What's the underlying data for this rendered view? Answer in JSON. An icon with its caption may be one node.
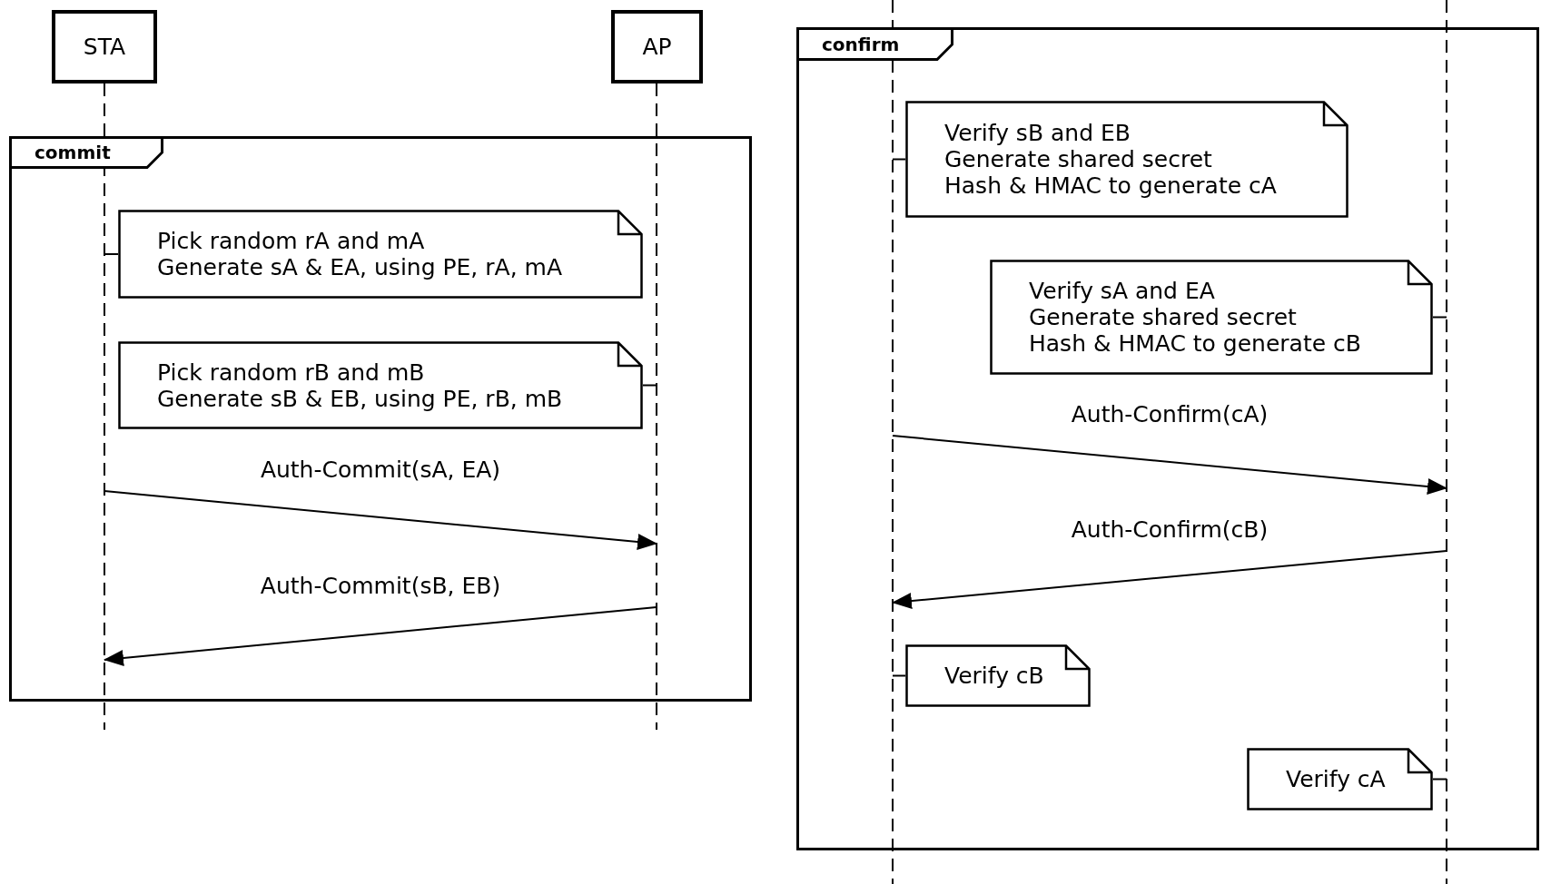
{
  "diagram": {
    "nodes": [
      {
        "text": [
          "STA"
        ]
      },
      {
        "text": [
          "AP"
        ]
      },
      {
        "text": [],
        "shape": "line"
      },
      {
        "text": [],
        "shape": "line"
      },
      {
        "text": [
          "commit"
        ]
      },
      {
        "text": [
          "Pick random rA and mA",
          "Generate sA & EA, using PE, rA, mA"
        ],
        "in": 4
      },
      {
        "text": [
          "Pick random rB and mB",
          "Generate sB & EB, using PE, rB, mB"
        ],
        "in": 4
      },
      {
        "text": [
          "confirm"
        ]
      },
      {
        "text": [],
        "shape": "line"
      },
      {
        "text": [],
        "shape": "line"
      },
      {
        "text": [
          "Verify sB and EB",
          "Generate shared secret",
          "Hash & HMAC to generate cA"
        ],
        "in": 7
      },
      {
        "text": [
          "Verify sA and EA",
          "Generate shared secret",
          "Hash & HMAC to generate cB"
        ],
        "in": 7
      },
      {
        "text": [
          "Verify cB"
        ],
        "in": 7
      },
      {
        "text": [
          "Verify cA"
        ],
        "in": 7
      }
    ],
    "edges": [
      {
        "from": 2,
        "to": 5,
        "arrow": "none"
      },
      {
        "from": 3,
        "to": 6,
        "arrow": "none"
      },
      {
        "from": 2,
        "to": 3,
        "arrow": "to",
        "label": "Auth-Commit(sA, EA)"
      },
      {
        "from": 3,
        "to": 2,
        "arrow": "to",
        "label": "Auth-Commit(sB, EB)"
      },
      {
        "from": 8,
        "to": 10,
        "arrow": "none"
      },
      {
        "from": 9,
        "to": 11,
        "arrow": "none"
      },
      {
        "from": 8,
        "to": 9,
        "arrow": "to",
        "label": "Auth-Confirm(cA)"
      },
      {
        "from": 9,
        "to": 8,
        "arrow": "to",
        "label": "Auth-Confirm(cB)"
      },
      {
        "from": 8,
        "to": 12,
        "arrow": "none"
      },
      {
        "from": 9,
        "to": 13,
        "arrow": "none"
      }
    ]
  }
}
